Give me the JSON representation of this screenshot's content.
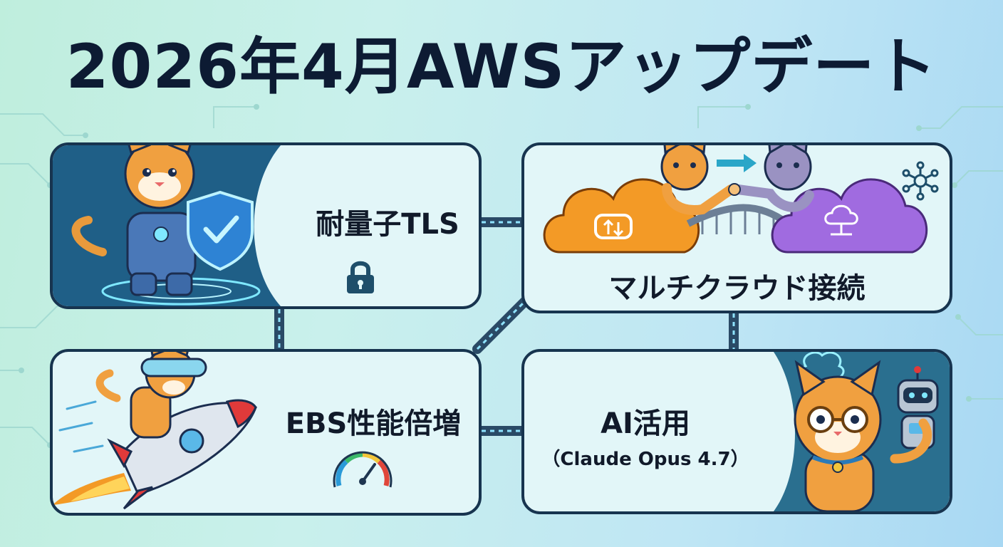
{
  "title": "2026年4月AWSアップデート",
  "cards": [
    {
      "label": "耐量子TLS",
      "icon": "padlock-icon"
    },
    {
      "label": "マルチクラウド接続",
      "icon": "network-hub-icon"
    },
    {
      "label": "EBS性能倍増",
      "icon": "speedometer-icon"
    },
    {
      "label": "AI活用",
      "sublabel": "（Claude Opus 4.7）",
      "icon": "robot-icon"
    }
  ],
  "colors": {
    "title": "#0d1b33",
    "card_border": "#17344f",
    "card_fill": "#e2f6f8",
    "cloud_orange": "#f39a26",
    "cloud_purple": "#a06be0",
    "cat_orange": "#f0a040"
  }
}
